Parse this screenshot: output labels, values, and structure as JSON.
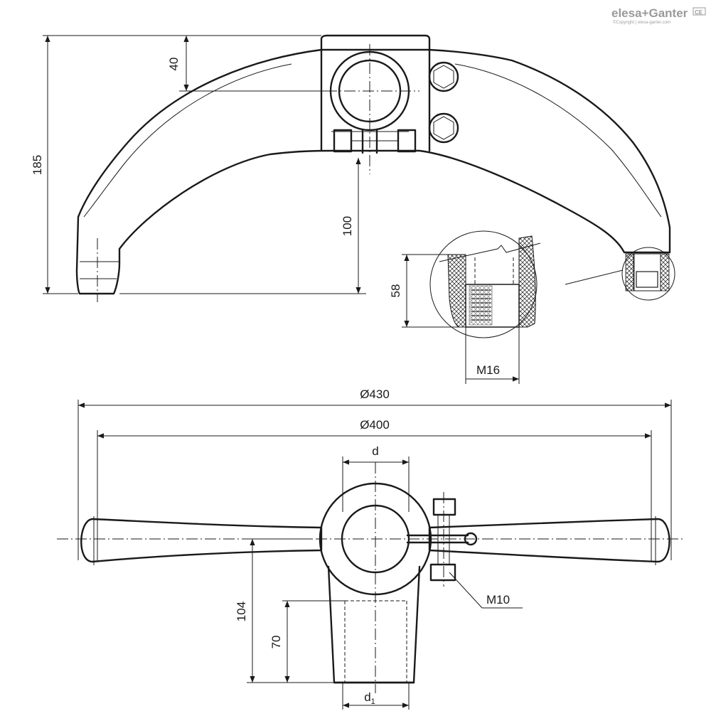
{
  "brand": {
    "name": "elesa+Ganter",
    "copyright": "©Copyright | elesa-ganter.com",
    "badge": "CE"
  },
  "dimensions": {
    "height_total": "185",
    "hub_offset": "40",
    "arm_height": "100",
    "insert_depth": "58",
    "insert_thread": "M16",
    "outer_diameter": "Ø430",
    "inner_diameter": "Ø400",
    "bore": "d",
    "bore_lower": "d",
    "bore_lower_subscript": "1",
    "screw_size": "M10",
    "handle_length": "104",
    "handle_grip_length": "70"
  }
}
